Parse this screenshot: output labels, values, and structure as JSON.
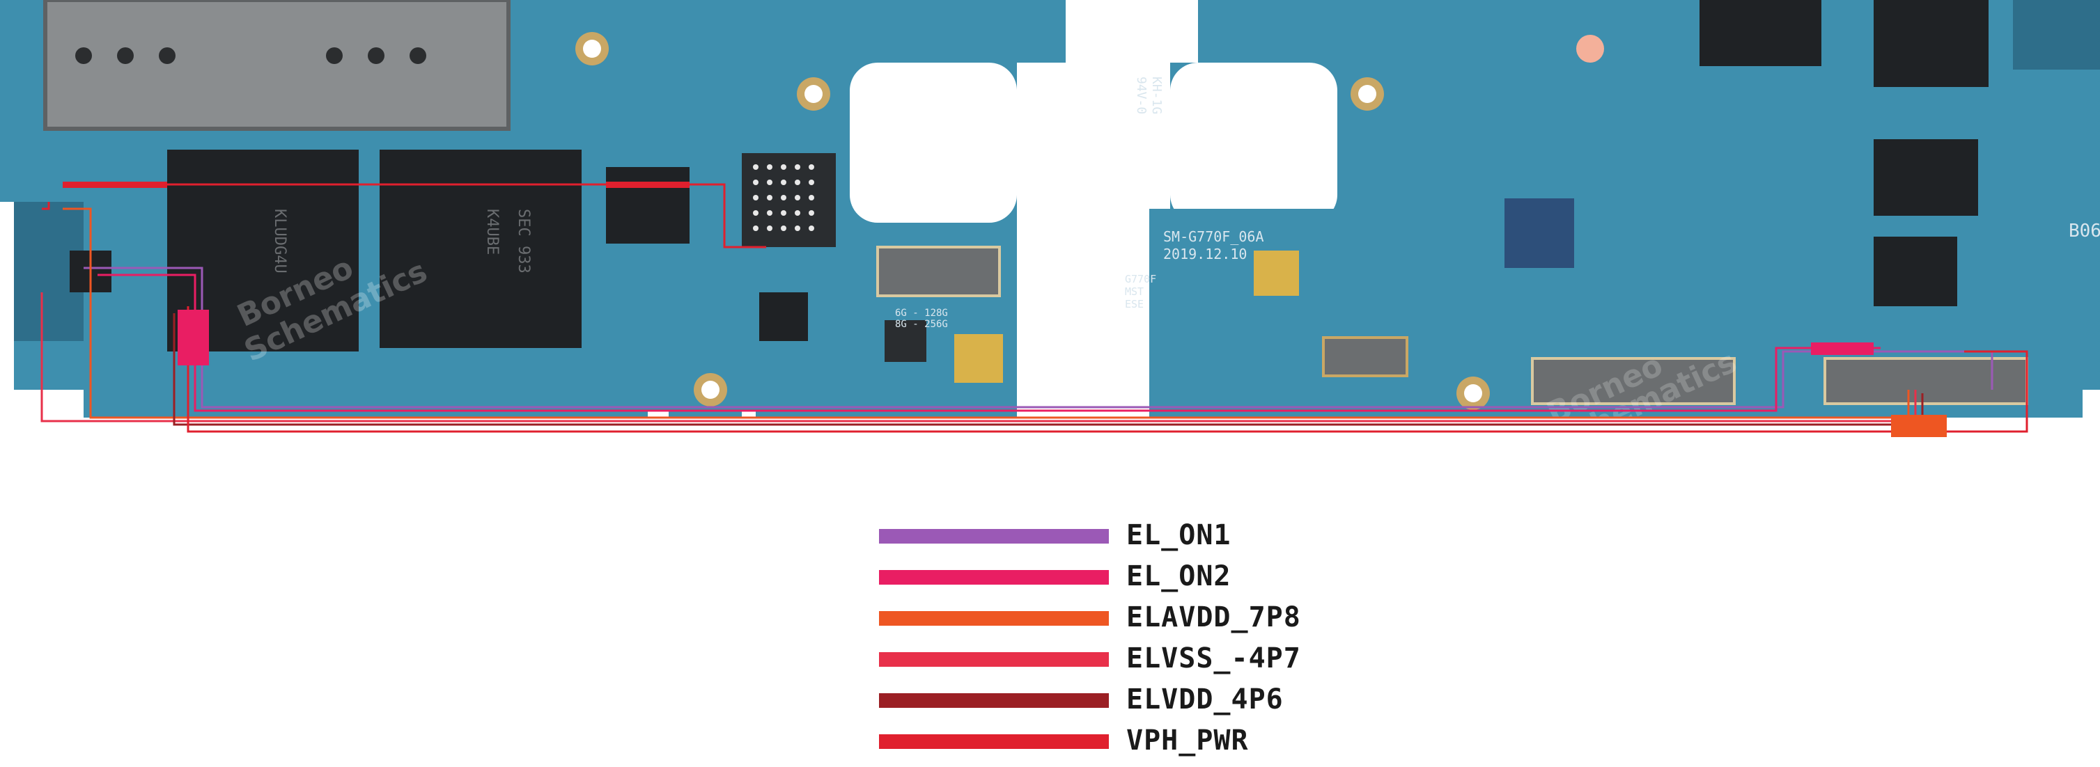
{
  "board": {
    "silkscreen": {
      "model": "SM-G770F_06A",
      "date": "2019.12.10",
      "variant_lines": [
        "G770F",
        "MST",
        "ESE"
      ],
      "memory_lines": [
        "6G - 128G",
        "8G - 256G"
      ],
      "rotated_code": "94V-0",
      "rotated_code2": "KH-1G",
      "partial": "B06"
    },
    "watermark": [
      "Borneo",
      "Schematics"
    ],
    "chip_labels": [
      "KLUDG4U",
      "K4UBE",
      "SEC 933"
    ]
  },
  "legend": {
    "items": [
      {
        "label": "EL_ON1",
        "color": "#9b59b6"
      },
      {
        "label": "EL_ON2",
        "color": "#e91e63"
      },
      {
        "label": "ELAVDD_7P8",
        "color": "#ee5622"
      },
      {
        "label": "ELVSS_-4P7",
        "color": "#e8304a"
      },
      {
        "label": "ELVDD_4P6",
        "color": "#9b1f24"
      },
      {
        "label": "VPH_PWR",
        "color": "#e0202e"
      }
    ]
  },
  "colors": {
    "pcb": "#3e8fae",
    "pcb_dark": "#2e6e8a",
    "chip": "#1f2225",
    "gold": "#c9a765"
  }
}
